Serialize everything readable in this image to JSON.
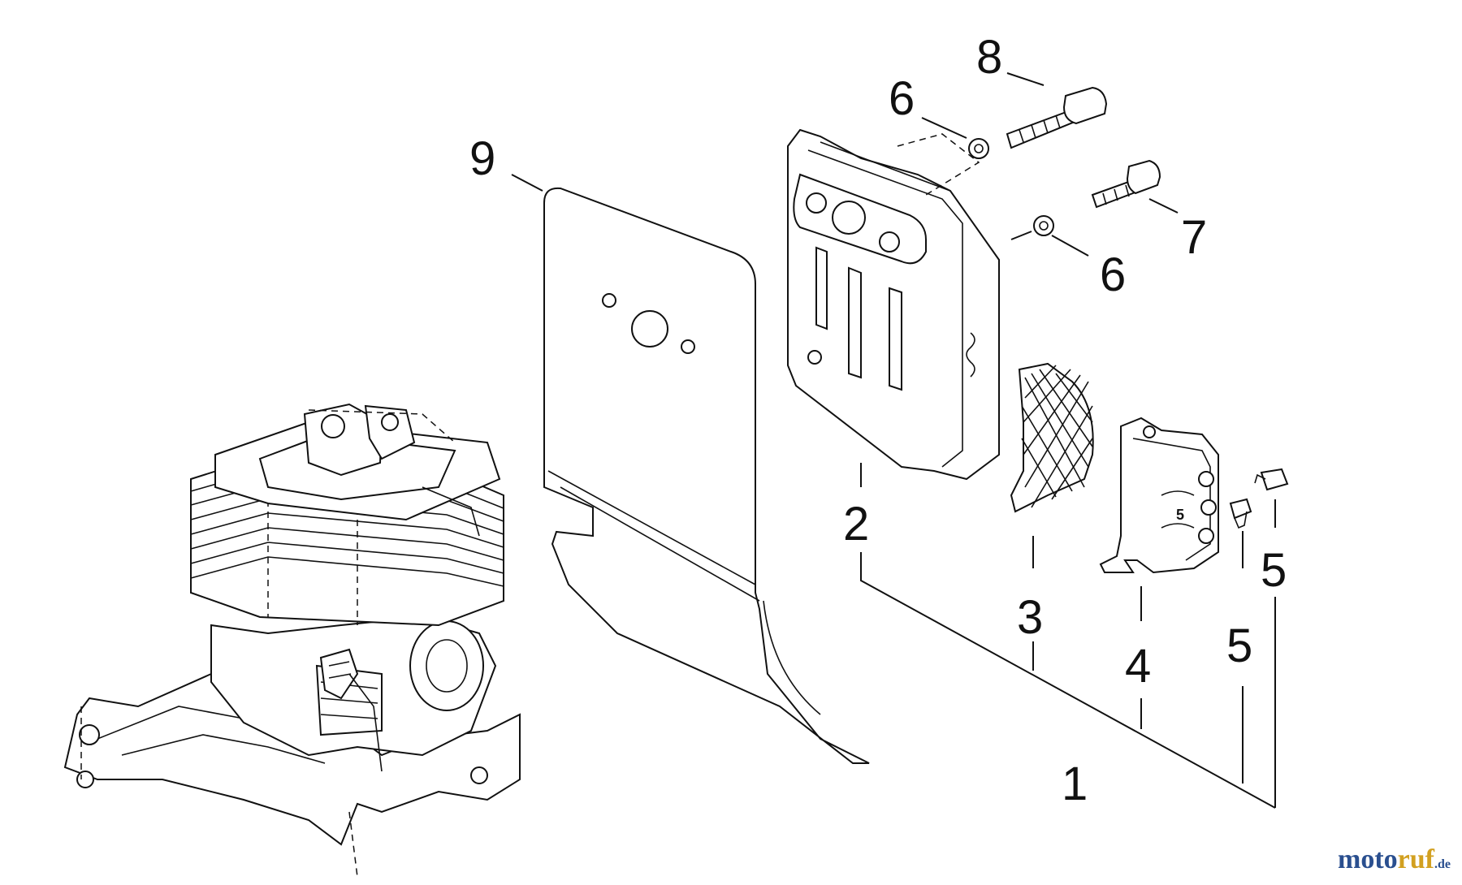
{
  "callouts": {
    "c1": "1",
    "c2": "2",
    "c3": "3",
    "c4": "4",
    "c5a": "5",
    "c5b": "5",
    "c6a": "6",
    "c6b": "6",
    "c7": "7",
    "c8": "8",
    "c9": "9",
    "stamp": "5"
  },
  "watermark": {
    "part1": "moto",
    "part2": "ruf",
    "suffix": ".de"
  }
}
